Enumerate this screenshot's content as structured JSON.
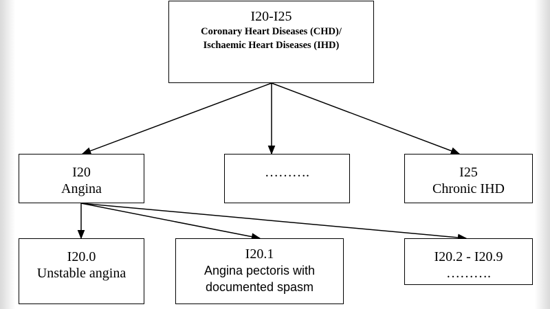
{
  "root": {
    "code": "I20-I25",
    "title_line1": "Coronary Heart Diseases (CHD)/",
    "title_line2": "Ischaemic Heart Diseases (IHD)"
  },
  "level2": {
    "i20": {
      "code": "I20",
      "label": "Angina"
    },
    "middle": {
      "label": "………."
    },
    "i25": {
      "code": "I25",
      "label": "Chronic IHD"
    }
  },
  "level3": {
    "i20_0": {
      "code": "I20.0",
      "label": "Unstable angina"
    },
    "i20_1": {
      "code": "I20.1",
      "label_line1": "Angina pectoris with",
      "label_line2": "documented spasm"
    },
    "i20_2_9": {
      "code": "I20.2 - I20.9",
      "label": "………."
    }
  },
  "style": {
    "line_color": "#000000",
    "background": "#ffffff"
  }
}
